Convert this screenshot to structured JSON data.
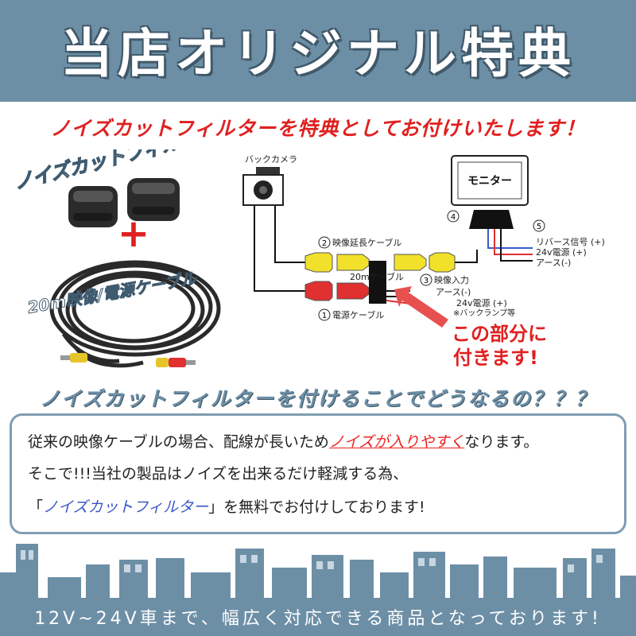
{
  "banner": {
    "title": "当店オリジナル特典"
  },
  "headline": "ノイズカットフィルターを特典としてお付けいたします！",
  "left_panel": {
    "filter_label": "ノイズカットフィルター",
    "plus": "+",
    "cable_label": "20m映像/電源ケーブル"
  },
  "diagram": {
    "camera_label": "バックカメラ",
    "monitor_label": "モニター",
    "num_1": "1",
    "label_1": "電源ケーブル",
    "num_2": "2",
    "label_2": "映像延長ケーブル",
    "num_3": "3",
    "label_3": "映像入力",
    "num_4": "4",
    "num_5": "5",
    "cable_20m": "20mケーブル",
    "reverse": "リバース信号 (+)",
    "power24_top": "24v電源 (+)",
    "earth_top": "アース(-)",
    "earth_mid": "アース(-)",
    "power24_mid": "24v電源 (+)",
    "backlamp": "※バックランプ等",
    "callout_line1": "この部分に",
    "callout_line2": "付きます!"
  },
  "question": "ノイズカットフィルターを付けることでどうなるの？？？",
  "info": {
    "l1_a": "従来の映像ケーブルの場合、配線が長いため",
    "l1_b": "ノイズが入りやすく",
    "l1_c": "なります。",
    "l2": "そこで!!!当社の製品はノイズを出来るだけ軽減する為、",
    "l3_a": "「",
    "l3_b": "ノイズカットフィルター",
    "l3_c": "」を無料でお付けしております!"
  },
  "footer": "12V~24V車まで、幅広く対応できる商品となっております!",
  "colors": {
    "banner": "#6d8fa6",
    "accent_red": "#e02020",
    "rca_yellow": "#f2e12a",
    "rca_red": "#e03030"
  }
}
